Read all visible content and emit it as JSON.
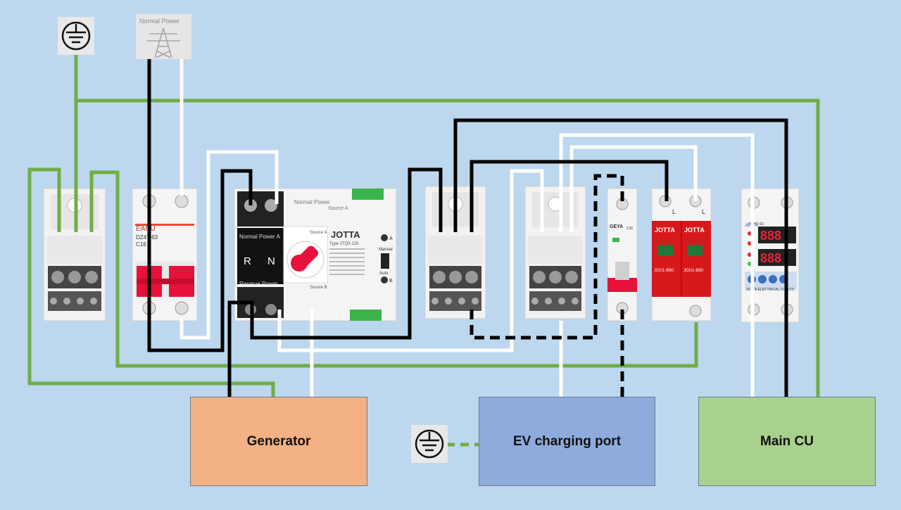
{
  "boxes": {
    "generator": "Generator",
    "ev": "EV charging port",
    "main": "Main CU"
  },
  "colors": {
    "background": "#bdd7ee",
    "earth_wire": "#70ad47",
    "live_wire": "#000000",
    "neutral_wire": "#ffffff",
    "generator_box": "#f4b183",
    "ev_box": "#8faadc",
    "main_box": "#a9d18e"
  },
  "icons": {
    "earth_top": "earth-ground-icon",
    "earth_ev": "earth-ground-icon",
    "grid": "power-pylon-icon"
  },
  "labels": {
    "normal_power": "Normal Power",
    "mcb_brand": "EARU",
    "mcb_model": "DZ47-63",
    "mcb_rating": "C16",
    "ats_brand": "JOTTA",
    "ats_r": "R",
    "ats_n": "N",
    "ats_normal": "Normal Power A",
    "ats_reserve": "Reserve Power",
    "ats_source_a": "Source A",
    "ats_source_b": "Source B",
    "ats_manual": "Manual",
    "ats_auto": "Auto",
    "ats_a": "A",
    "ats_b": "B",
    "ats_type": "Type  JTQ3-125",
    "rcbo_brand": "GEYA",
    "rcbo_rating": "C32",
    "spd_brand": "JOTTA",
    "spd_model": "JOU1-B80",
    "spd_l": "L",
    "volt_brand": "JOTTA",
    "volt_model": "JTVPD-63",
    "volt_display": "888",
    "volt_company": "JOTTA ELECTRICAL CO.,LTD"
  }
}
